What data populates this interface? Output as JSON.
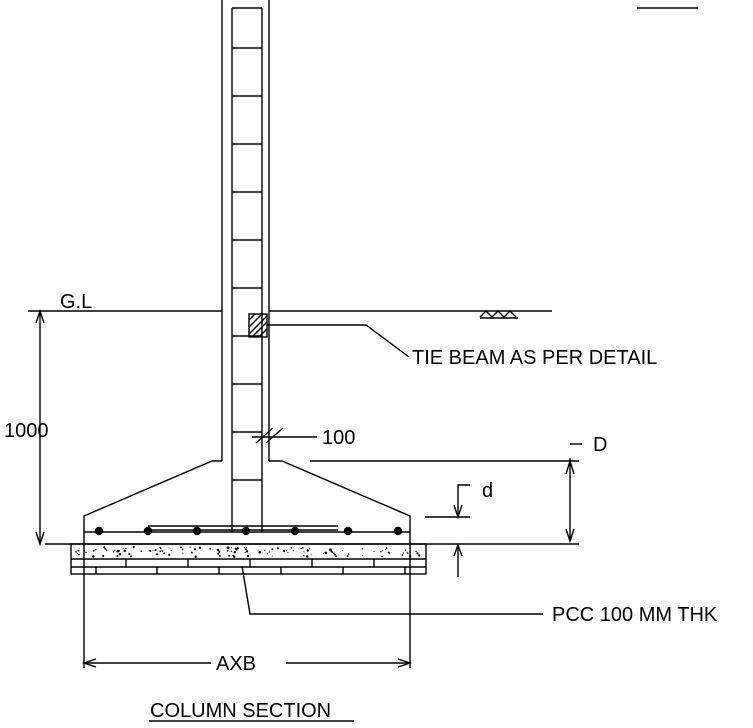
{
  "labels": {
    "ground_level": "G.L",
    "height_dim": "1000",
    "tie_beam": "TIE BEAM AS PER DETAIL",
    "cover": "100",
    "depth_total": "D",
    "depth_edge": "d",
    "pcc": "PCC 100 MM THK",
    "footing_size": "AXB",
    "title": "COLUMN SECTION"
  },
  "colors": {
    "line": "#000000",
    "background": "#ffffff"
  }
}
